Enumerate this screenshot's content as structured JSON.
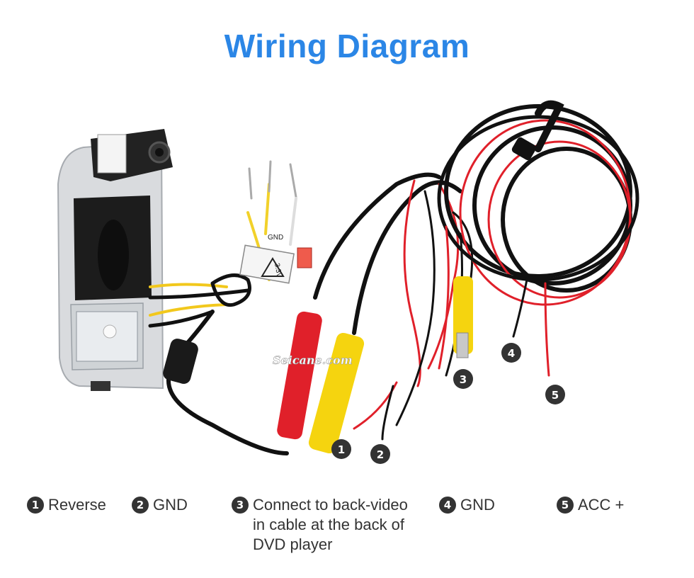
{
  "title": "Wiring Diagram",
  "watermark": "Seicane.com",
  "sticker_text": [
    "3.3V",
    "GND"
  ],
  "colors": {
    "title": "#2b86e6",
    "badge": "#333333",
    "red": "#e0202a",
    "yellow": "#f5d40f",
    "black": "#1a1a1a"
  },
  "markers": [
    "1",
    "2",
    "3",
    "4",
    "5"
  ],
  "legend": [
    {
      "num": "1",
      "lines": [
        "Reverse"
      ]
    },
    {
      "num": "2",
      "lines": [
        "GND"
      ]
    },
    {
      "num": "3",
      "lines": [
        "Connect to back-video",
        "in cable at the back of",
        "DVD player"
      ]
    },
    {
      "num": "4",
      "lines": [
        "GND"
      ]
    },
    {
      "num": "5",
      "lines": [
        "ACC +"
      ]
    }
  ]
}
